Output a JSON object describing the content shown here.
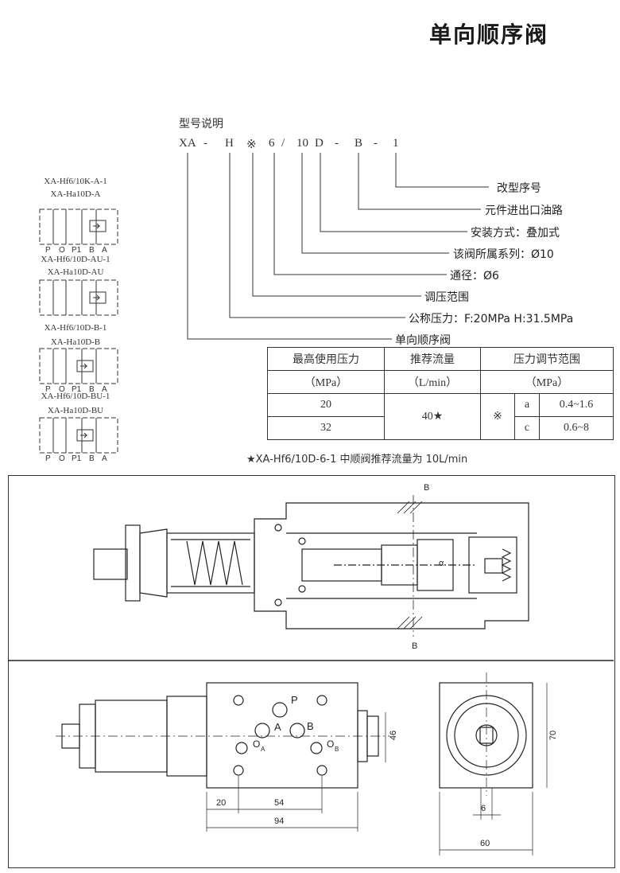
{
  "title": "单向顺序阀",
  "model_label": "型号说明",
  "model_code": [
    "XA",
    "-",
    "H",
    "※",
    "6",
    "/",
    "10",
    "D",
    "-",
    "B",
    "-",
    "1"
  ],
  "descriptions": [
    "改型序号",
    "元件进出口油路",
    "安装方式：叠加式",
    "该阀所属系列：Ø10",
    "通径：Ø6",
    "调压范围",
    "公称压力：F:20MPa   H:31.5MPa",
    "单向顺序阀"
  ],
  "symbols": [
    {
      "name1": "XA-Hf6/10K-A-1",
      "name2": "XA-Ha10D-A",
      "ports": [
        "P",
        "O",
        "P1",
        "B",
        "A"
      ]
    },
    {
      "name1": "XA-Hf6/10D-AU-1",
      "name2": "XA-Ha10D-AU",
      "ports": []
    },
    {
      "name1": "XA-Hf6/10D-B-1",
      "name2": "XA-Ha10D-B",
      "ports": [
        "P",
        "O",
        "P1",
        "B",
        "A"
      ]
    },
    {
      "name1": "XA-Hf6/10D-BU-1",
      "name2": "XA-Ha10D-BU",
      "ports": [
        "P",
        "O",
        "P1",
        "B",
        "A"
      ]
    }
  ],
  "spec_table": {
    "col1_header": "最高使用压力",
    "col1_unit": "（MPa）",
    "col2_header": "推荐流量",
    "col2_unit": "（L/min）",
    "col3_header": "压力调节范围",
    "col3_unit": "（MPa）",
    "pressure_1": "20",
    "pressure_2": "32",
    "flow": "40★",
    "range_mark": "※",
    "range_a_code": "a",
    "range_a_value": "0.4~1.6",
    "range_c_code": "c",
    "range_c_value": "0.6~8"
  },
  "footnote": "★XA-Hf6/10D-6-1 中顺阀推荐流量为 10L/min",
  "drawing_labels": {
    "section_top": "B",
    "section_bottom": "B",
    "alpha": "α",
    "port_p": "P",
    "port_a": "A",
    "port_b": "B",
    "port_oa": "O",
    "port_oa_sub": "A",
    "port_ob": "O",
    "port_ob_sub": "B"
  },
  "dimensions": {
    "d20": "20",
    "d54": "54",
    "d94": "94",
    "d46": "46",
    "d70": "70",
    "d6": "6",
    "d60": "60"
  }
}
